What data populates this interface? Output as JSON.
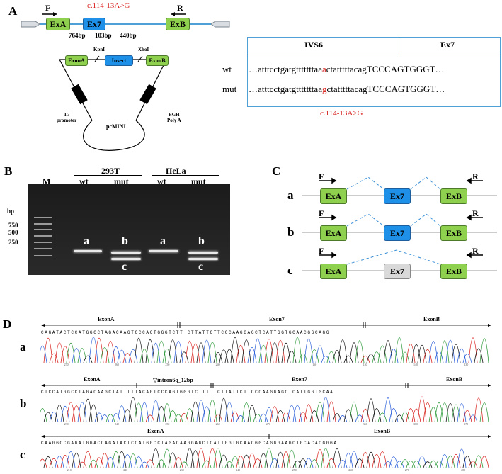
{
  "panelA": {
    "label": "A",
    "primer_f": "F",
    "primer_r": "R",
    "mutation": "c.114-13A>G",
    "exon_a": "ExA",
    "exon_7": "Ex7",
    "exon_b": "ExB",
    "len1": "764bp",
    "len2": "103bp",
    "len3": "440bp",
    "vector": {
      "exon_a": "ExonA",
      "insert": "Insert",
      "exon_b": "ExonB",
      "kpni": "KpnI",
      "xhoi": "XhoI",
      "t7": "T7\npromoter",
      "bgh": "BGH\nPoly A",
      "name": "pcMINI"
    },
    "table": {
      "col1": "IVS6",
      "col2": "Ex7",
      "wt_label": "wt",
      "mut_label": "mut",
      "wt_pre": "…atttcctgatgtttttttaa",
      "wt_base": "a",
      "wt_post": "ctatttttacagTCCCAGTGGGT…",
      "mut_pre": "…atttcctgatgtttttttaa",
      "mut_base": "g",
      "mut_post": "ctatttttacagTCCCAGTGGGT…",
      "caption": "c.114-13A>G"
    }
  },
  "panelB": {
    "label": "B",
    "marker": "M",
    "group1": "293T",
    "group2": "HeLa",
    "wt": "wt",
    "mut": "mut",
    "bp": "bp",
    "sizes": [
      "750",
      "500",
      "250"
    ],
    "band_a": "a",
    "band_b": "b",
    "band_c": "c"
  },
  "panelC": {
    "label": "C",
    "rows": [
      {
        "id": "a",
        "f": "F",
        "r": "R",
        "exa": "ExA",
        "ex7": "Ex7",
        "exb": "ExB"
      },
      {
        "id": "b",
        "f": "F",
        "r": "R",
        "exa": "ExA",
        "ex7": "Ex7",
        "exb": "ExB"
      },
      {
        "id": "c",
        "f": "F",
        "r": "R",
        "exa": "ExA",
        "ex7": "Ex7",
        "exb": "ExB"
      }
    ]
  },
  "panelD": {
    "label": "D",
    "rows": [
      {
        "id": "a",
        "regions": [
          "ExonA",
          "Exon7",
          "ExonB"
        ],
        "seq": "CAGATACTCCATGGCCTAGACAAGTCCCAGTGGGTCTT  CTTATTCTTCCCAAGGAGCTCATTGGTGCAACGGCAGG",
        "ticks": [
          "270",
          "260",
          "250",
          "240",
          "",
          "160",
          "150",
          "140",
          "130"
        ]
      },
      {
        "id": "b",
        "regions": [
          "ExonA",
          "▽intron6q_12bp",
          "Exon7",
          "ExonB"
        ],
        "seq": "CTCCATGGCCTAGACAAGCTATTTTTACAGTCCCAGTGGGTCTTT  TCTTATTCTTCCCAAGGAGCTCATTGGTGCAA",
        "ticks": [
          "230",
          "240",
          "250",
          "260",
          "270",
          "",
          "350",
          "360",
          "370"
        ]
      },
      {
        "id": "c",
        "regions": [
          "ExonA",
          "ExonB"
        ],
        "seq": "CAAGGCCGAGATGGACCAGATACTCCATGGCCTAGACAAGGAGCTCATTGGTGCAACGGCAGGGAAGCTGCACACGGGA",
        "ticks": [
          "210",
          "220",
          "230",
          "240",
          "250",
          "260",
          "270",
          "280"
        ]
      }
    ]
  },
  "colors": {
    "green": "#8fd14f",
    "blue": "#1e90e8",
    "red": "#d8231f",
    "line": "#4ea0d6"
  }
}
